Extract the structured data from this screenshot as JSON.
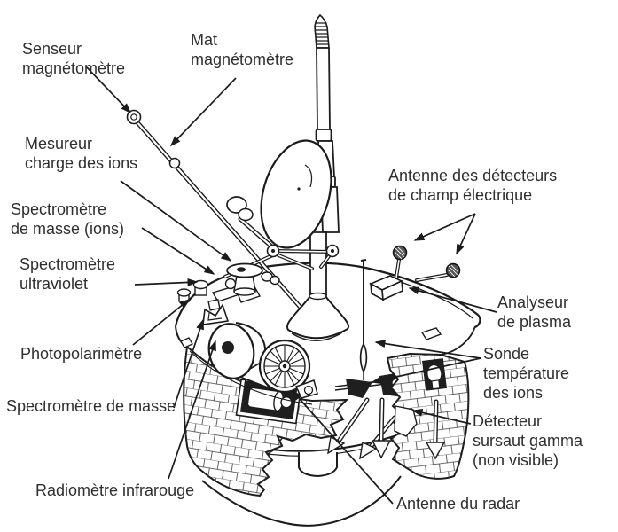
{
  "diagram": {
    "type": "annotated line drawing",
    "subject": "Spacecraft orbiter instrument diagram with French callouts",
    "colors": {
      "background": "#ffffff",
      "line": "#1c1c1c",
      "text": "#2f2f2f"
    },
    "labels": {
      "senseur_magnetometre": "Senseur\nmagnétomètre",
      "mat_magnetometre": "Mat\nmagnétomètre",
      "mesureur_charge_ions": "Mesureur\ncharge des ions",
      "spectrometre_masse_ions": "Spectromètre\nde masse (ions)",
      "spectrometre_ultraviolet": "Spectromètre\nultraviolet",
      "photopolarimetre": "Photopolarimètre",
      "spectrometre_masse": "Spectromètre de masse",
      "radiometre_infrarouge": "Radiomètre infrarouge",
      "antenne_detecteurs_champ": "Antenne des détecteurs\nde champ électrique",
      "analyseur_plasma": "Analyseur\nde  plasma",
      "sonde_temperature_ions": "Sonde\ntempérature\ndes ions",
      "detecteur_sursaut_gamma": "Détecteur\nsursaut gamma\n(non visible)",
      "antenne_radar": "Antenne du radar"
    }
  }
}
